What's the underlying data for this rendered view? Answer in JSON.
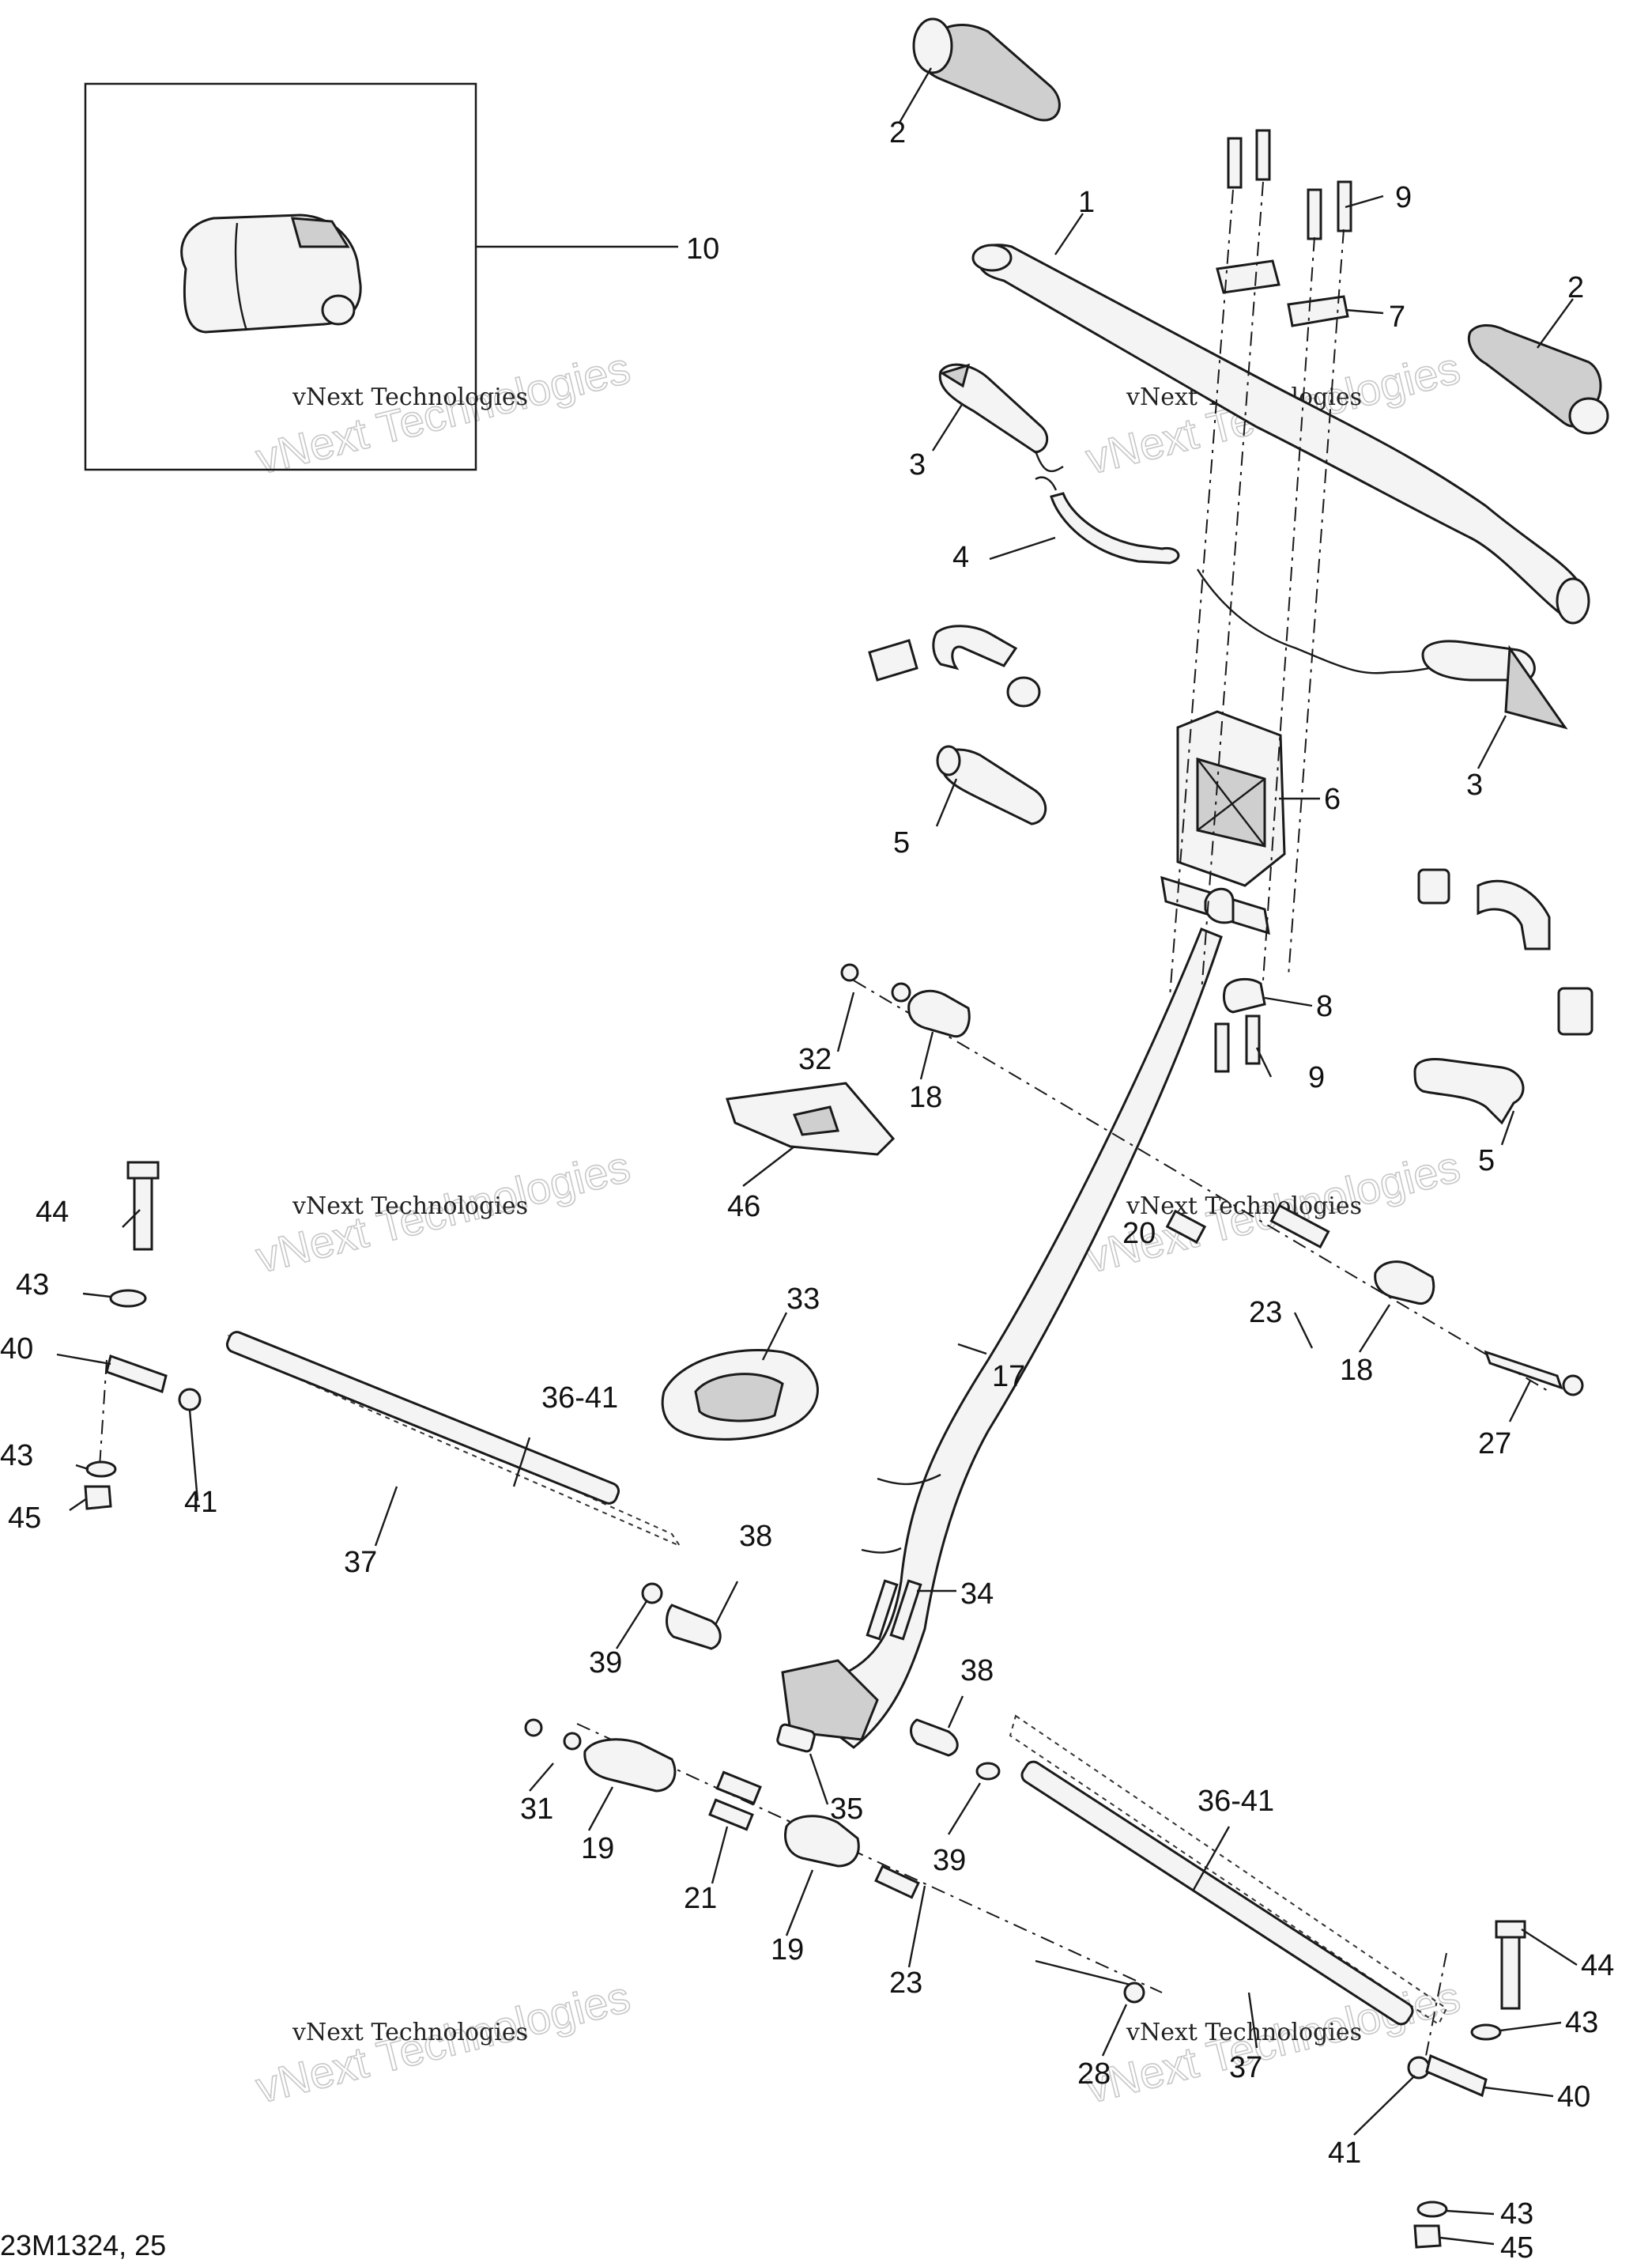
{
  "drawing_code": "23M1324, 25",
  "watermark": {
    "big": "vNext Technologies",
    "small": "vNext Technologies"
  },
  "callouts": {
    "c1": "1",
    "c2a": "2",
    "c2b": "2",
    "c3a": "3",
    "c3b": "3",
    "c4": "4",
    "c5a": "5",
    "c5b": "5",
    "c6": "6",
    "c7": "7",
    "c8": "8",
    "c9a": "9",
    "c9b": "9",
    "c10": "10",
    "c17": "17",
    "c18a": "18",
    "c18b": "18",
    "c19a": "19",
    "c19b": "19",
    "c20": "20",
    "c21": "21",
    "c23a": "23",
    "c23b": "23",
    "c27": "27",
    "c28": "28",
    "c31": "31",
    "c32": "32",
    "c33": "33",
    "c34": "34",
    "c35": "35",
    "c3641a": "36-41",
    "c3641b": "36-41",
    "c37a": "37",
    "c37b": "37",
    "c38a": "38",
    "c38b": "38",
    "c39a": "39",
    "c39b": "39",
    "c40a": "40",
    "c40b": "40",
    "c41a": "41",
    "c41b": "41",
    "c43a": "43",
    "c43b": "43",
    "c43c": "43",
    "c43d": "43",
    "c44a": "44",
    "c44b": "44",
    "c45a": "45",
    "c45b": "45",
    "c46": "46"
  }
}
